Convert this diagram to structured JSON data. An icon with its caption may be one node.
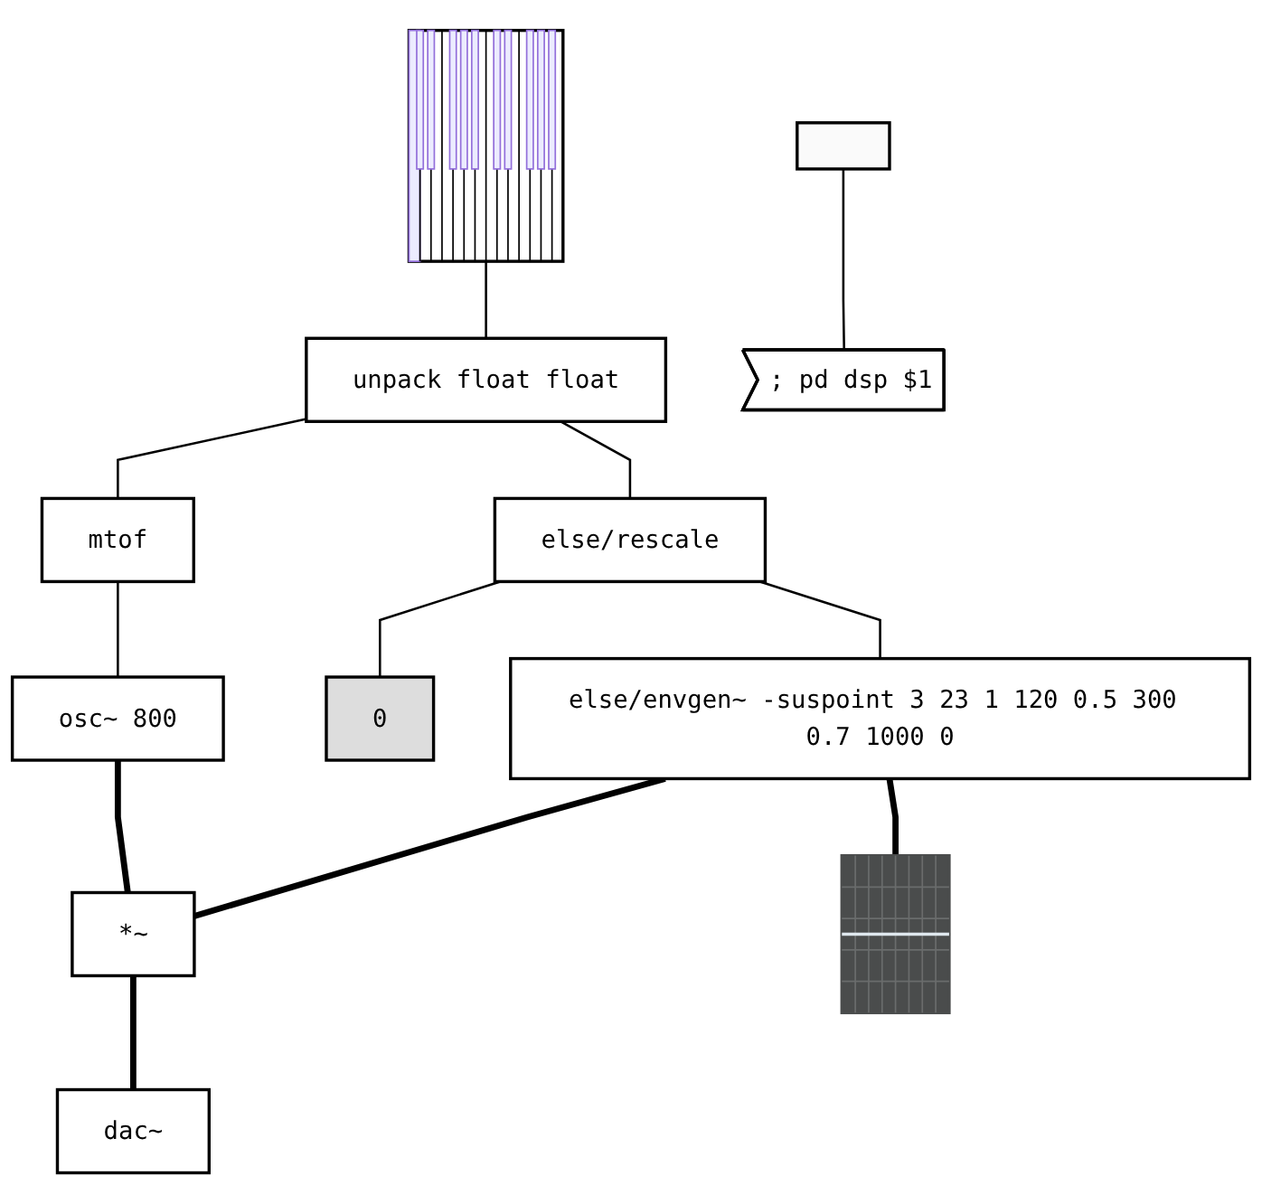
{
  "diagram": {
    "nodes": [
      {
        "text": [],
        "shape": "picture"
      },
      {
        "text": [
          "unpack float float"
        ]
      },
      {
        "text": [],
        "shape": "box"
      },
      {
        "text": [
          "else/rescale"
        ]
      },
      {
        "text": [
          "; pd dsp $1"
        ]
      },
      {
        "text": [
          "0"
        ]
      },
      {
        "text": [
          "mtof"
        ]
      },
      {
        "text": [
          "osc~ 800"
        ]
      },
      {
        "text": [
          "else/envgen~ -suspoint 3 23 1 120 0.5 300 0.7 1000 0"
        ]
      },
      {
        "text": [
          "*~"
        ]
      },
      {
        "text": [],
        "shape": "picture"
      },
      {
        "text": [
          "dac~"
        ]
      }
    ],
    "edges": [
      {
        "from": 0,
        "to": 1,
        "arrow": "none"
      },
      {
        "from": 1,
        "to": 6,
        "arrow": "none"
      },
      {
        "from": 1,
        "to": 3,
        "arrow": "none"
      },
      {
        "from": 2,
        "to": 4,
        "arrow": "none"
      },
      {
        "from": 3,
        "to": 5,
        "arrow": "none"
      },
      {
        "from": 3,
        "to": 8,
        "arrow": "none"
      },
      {
        "from": 6,
        "to": 7,
        "arrow": "none"
      },
      {
        "from": 7,
        "to": 9,
        "arrow": "none",
        "style": "thick"
      },
      {
        "from": 8,
        "to": 9,
        "arrow": "none",
        "style": "thick"
      },
      {
        "from": 8,
        "to": 10,
        "arrow": "none",
        "style": "thick"
      },
      {
        "from": 9,
        "to": 11,
        "arrow": "none",
        "style": "thick"
      }
    ]
  }
}
